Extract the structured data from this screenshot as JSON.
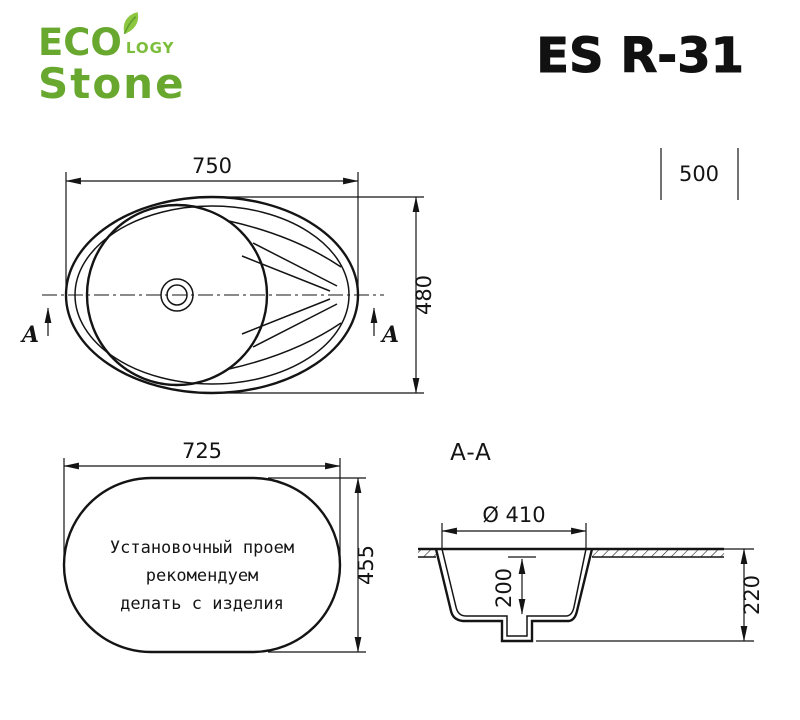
{
  "brand": {
    "eco": "ECO",
    "logy": "LOGY",
    "stone": "Stone"
  },
  "title": "ES R-31",
  "colors": {
    "brand_green": "#69A82F",
    "leaf_green": "#8DC63F",
    "ink": "#141414"
  },
  "top_view": {
    "width": "750",
    "height": "480",
    "cabinet": "500",
    "section": "A"
  },
  "cutout": {
    "width": "725",
    "height": "455",
    "note1": "Установочный проем",
    "note2": "рекомендуем",
    "note3": "делать с изделия"
  },
  "section": {
    "title": "A-A",
    "diameter": "Ø 410",
    "depth": "200",
    "total": "220"
  }
}
